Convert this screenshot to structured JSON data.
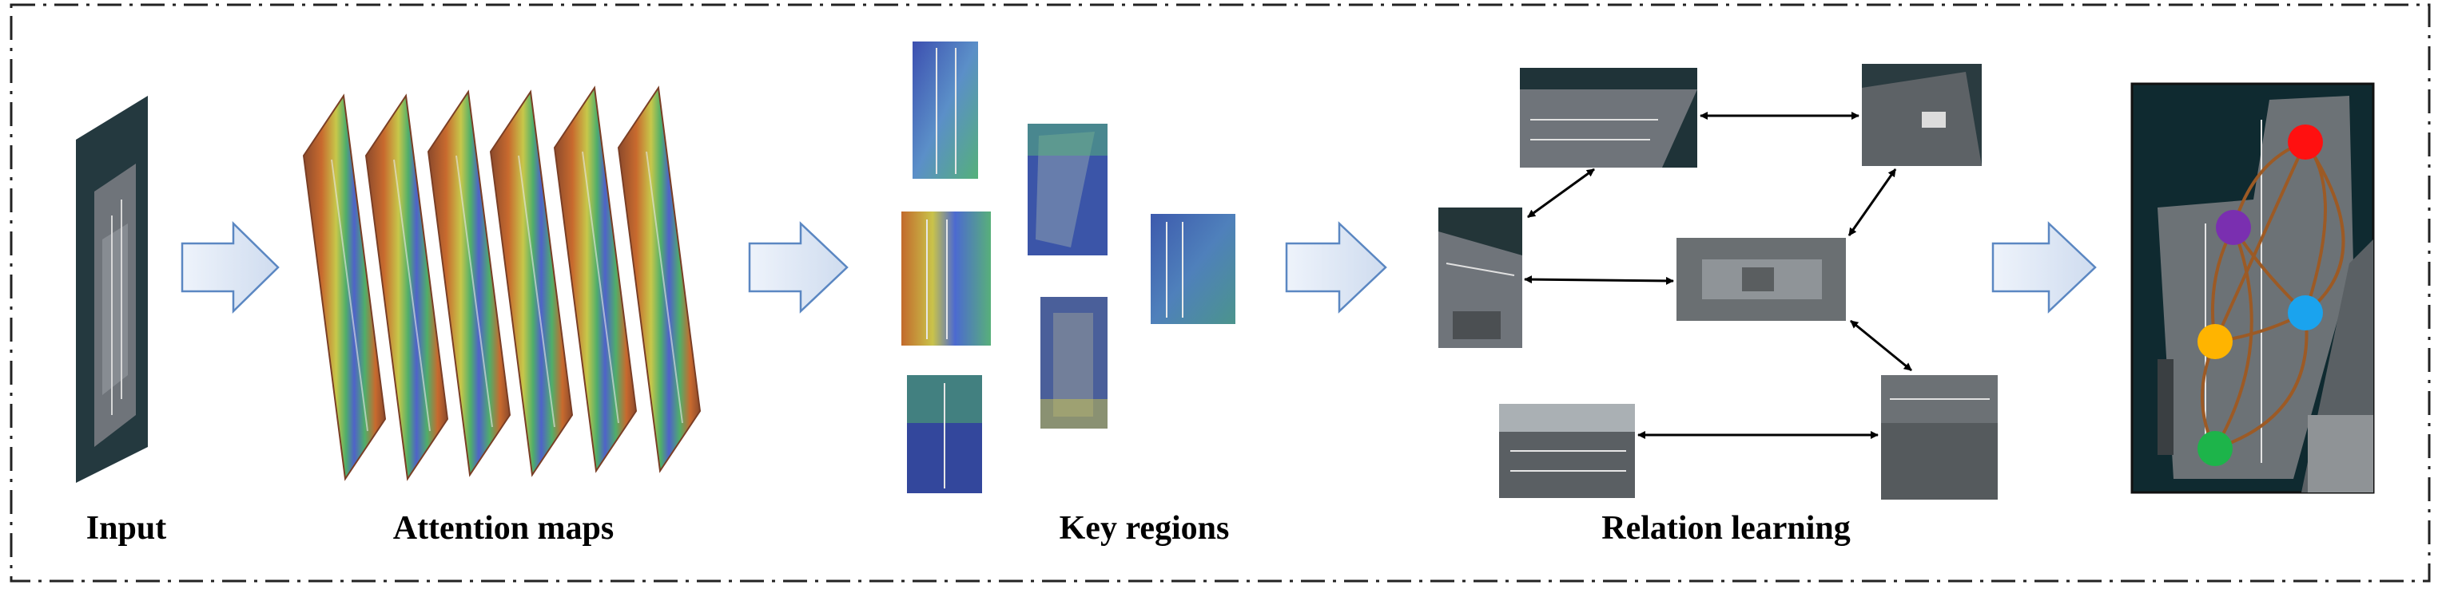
{
  "labels": {
    "input": "Input",
    "attention": "Attention maps",
    "key_regions": "Key regions",
    "relation": "Relation learning"
  },
  "colors": {
    "frame_dash": "#222222",
    "arrow_fill": "#dde8f6",
    "arrow_stroke": "#5b87c2",
    "sea": "#24393f",
    "deck": "#6f747a",
    "deck_light": "#9aa0a6",
    "heat_red": "#8c4a2c",
    "heat_orange": "#c86a2e",
    "heat_yellow": "#c7c84a",
    "heat_green": "#4fae6a",
    "heat_blue": "#4f62c9",
    "relation_line": "#9c5a25",
    "node_red": "#ff1010",
    "node_purple": "#7a2fb0",
    "node_blue": "#1aa3ee",
    "node_yellow": "#ffb400",
    "node_green": "#1db44a"
  },
  "icons": {
    "stage_arrow": "right-block-arrow-icon",
    "relation_arrow": "double-headed-arrow-icon"
  }
}
